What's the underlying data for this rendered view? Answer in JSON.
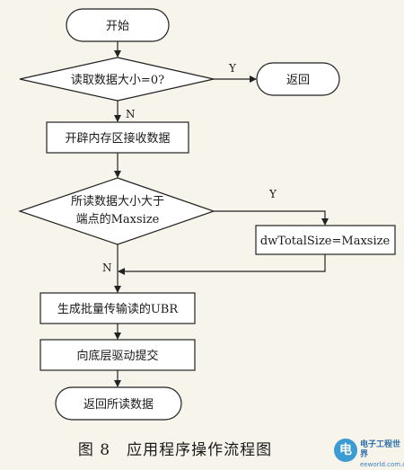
{
  "diagram": {
    "nodes": {
      "start": "开始",
      "check_zero": "读取数据大小=0?",
      "return_node": "返回",
      "alloc": "开辟内存区接收数据",
      "compare_line1": "所读数据大小大于",
      "compare_line2": "端点的Maxsize",
      "set_total": "dwTotalSize=Maxsize",
      "gen_ubr": "生成批量传输读的UBR",
      "submit": "向底层驱动提交",
      "return_data": "返回所读数据"
    },
    "edge_labels": {
      "zero_yes": "Y",
      "zero_no": "N",
      "compare_yes": "Y",
      "compare_no": "N"
    }
  },
  "caption": {
    "figure_number": "图 8",
    "title": "应用程序操作流程图"
  },
  "watermark": {
    "logo_char": "电",
    "name": "电子工程世界",
    "site": "eeworld.com.cn"
  },
  "colors": {
    "ink": "#1a1a1a",
    "paper": "#f7f4ec",
    "watermark_blue": "#3d9bd4"
  }
}
